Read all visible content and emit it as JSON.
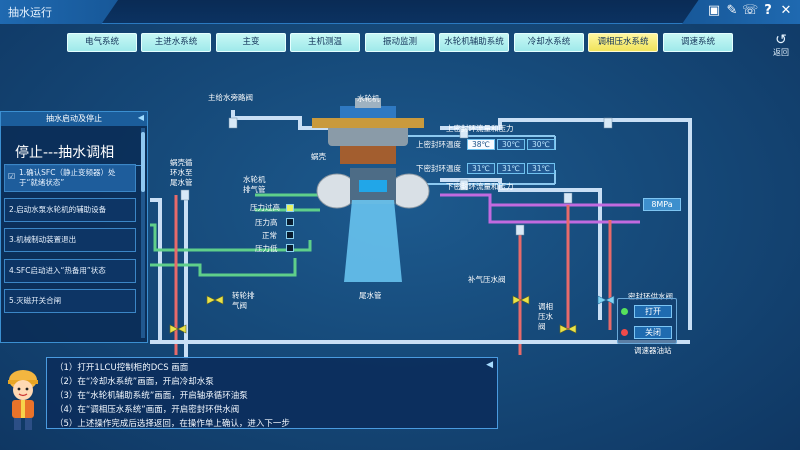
{
  "window": {
    "title": "抽水运行",
    "icons": [
      "save-icon",
      "edit-icon",
      "phone-icon",
      "help-icon",
      "close-icon"
    ]
  },
  "nav": {
    "tabs": [
      "电气系统",
      "主进水系统",
      "主变",
      "主机测温",
      "振动监测",
      "水轮机辅助系统",
      "冷却水系统",
      "调相压水系统",
      "调速系统"
    ],
    "active": "调相压水系统",
    "back_label": "返回"
  },
  "left_panel": {
    "header": "抽水启动及停止",
    "title": "停止---抽水调相",
    "steps": [
      "1.确认SFC（静止变频器）处于“就绪状态”",
      "2.启动水泵水轮机的辅助设备",
      "3.机械制动装置退出",
      "4.SFC启动进入“热备用”状态",
      "5.灭磁开关合闸"
    ]
  },
  "diagram": {
    "labels": {
      "main_bypass_valve": "主给水旁路阀",
      "turbine": "水轮机",
      "volute": "蜗壳",
      "volute_cycle": "蜗壳循\n环水至\n尾水管",
      "turbine_exhaust": "水轮机\n排气管",
      "runner_exhaust_valve": "转轮排\n气阀",
      "tailrace": "尾水管",
      "upper_seal_flow": "上密封环流量和压力",
      "upper_seal_temp": "上密封环温度",
      "lower_seal_temp": "下密封环温度",
      "lower_seal_flow": "下密封环流量和压力",
      "pressure_high_high": "压力过高",
      "pressure_high": "压力高",
      "normal": "正常",
      "pressure_low": "压力低",
      "air_valve": "补气压水阀",
      "adjust_valve": "调相\n压水\n阀",
      "seal_supply_valve": "密封环供水阀",
      "governor_oil_station": "调速器油站"
    },
    "upper_temps": [
      "38℃",
      "30℃",
      "30℃"
    ],
    "lower_temps": [
      "31℃",
      "31℃",
      "31℃"
    ],
    "pressure_value": "8MPa",
    "controls": {
      "open_label": "打开",
      "close_label": "关闭"
    },
    "colors": {
      "cooling_water": "#5fcf8a",
      "drain": "#e86a6a",
      "air": "#c26adf",
      "seal": "#c9dff5"
    }
  },
  "instructions": [
    "（1）打开1LCU控制柜的DCS 画面",
    "（2）在“冷却水系统”画面，开启冷却水泵",
    "（3）在“水轮机辅助系统”画面，开启轴承循环油泵",
    "（4）在“调相压水系统”画面，开启密封环供水阀",
    "（5）上述操作完成后选择返回，在操作单上确认，进入下一步"
  ]
}
